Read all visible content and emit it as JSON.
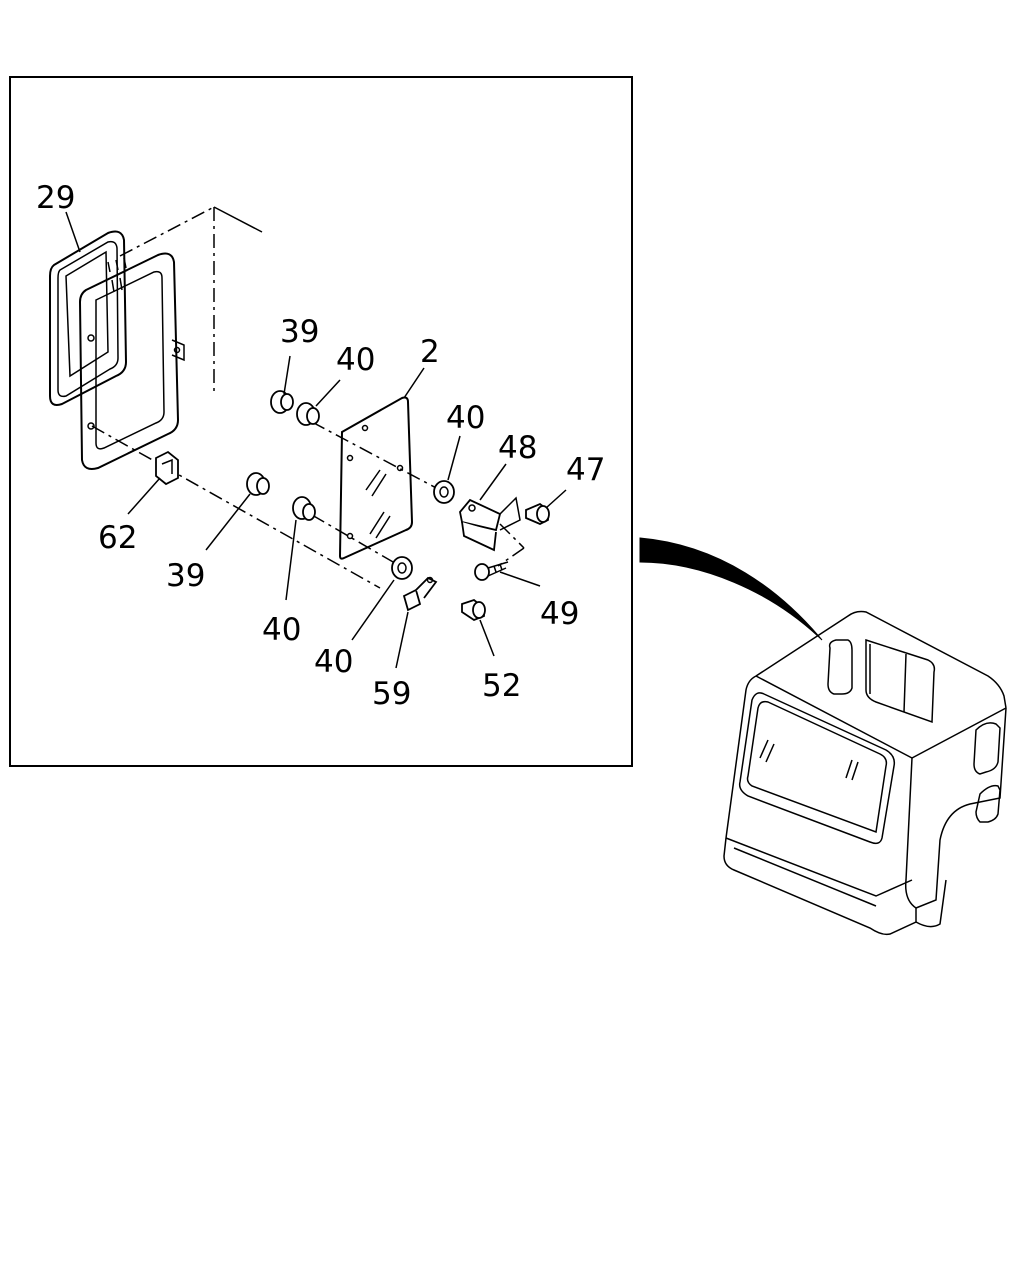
{
  "callouts": {
    "c29": "29",
    "c39a": "39",
    "c40a": "40",
    "c2": "2",
    "c40b": "40",
    "c48": "48",
    "c47": "47",
    "c62": "62",
    "c39b": "39",
    "c40c": "40",
    "c49": "49",
    "c40d": "40",
    "c59": "59",
    "c52": "52"
  }
}
